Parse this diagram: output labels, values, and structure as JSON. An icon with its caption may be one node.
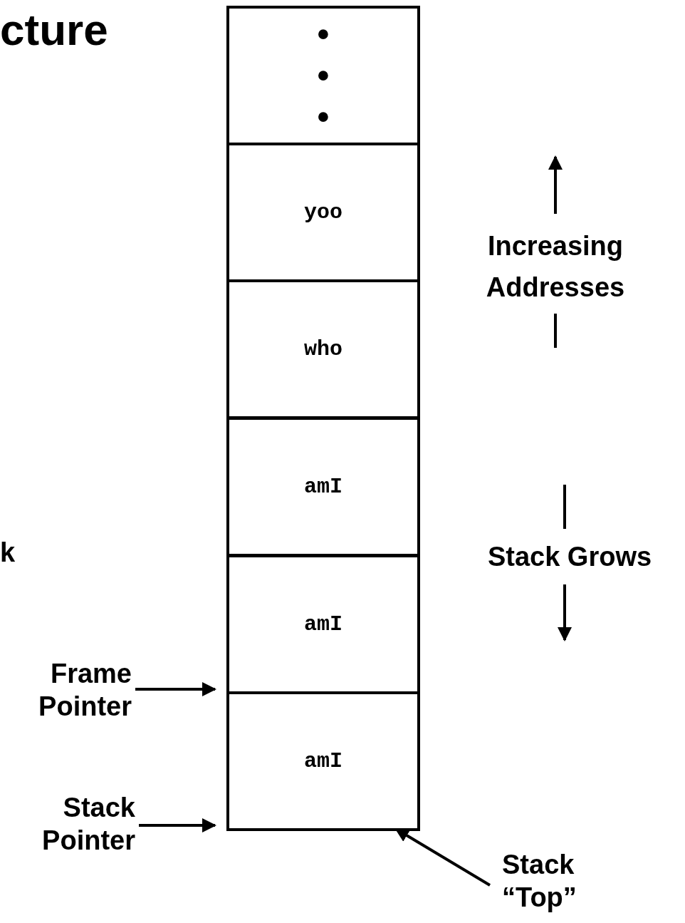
{
  "diagram": {
    "title": "cture",
    "nodes": [
      {
        "text": [
          "• • •"
        ]
      },
      {
        "text": [
          "yoo"
        ]
      },
      {
        "text": [
          "who"
        ]
      },
      {
        "text": [
          "amI"
        ]
      },
      {
        "text": [
          "amI"
        ]
      },
      {
        "text": [
          "amI"
        ]
      },
      {
        "text": [
          "Frame Pointer"
        ]
      },
      {
        "text": [
          "Stack Pointer"
        ]
      },
      {
        "text": [
          "Stack “Top”"
        ]
      }
    ],
    "edges": [
      {
        "from": 6,
        "to": 4,
        "arrow": "to"
      },
      {
        "from": 7,
        "to": 5,
        "arrow": "to"
      },
      {
        "from": 8,
        "to": 5,
        "arrow": "to"
      }
    ],
    "labels": [
      "k",
      "Increasing Addresses",
      "Stack Grows"
    ]
  }
}
